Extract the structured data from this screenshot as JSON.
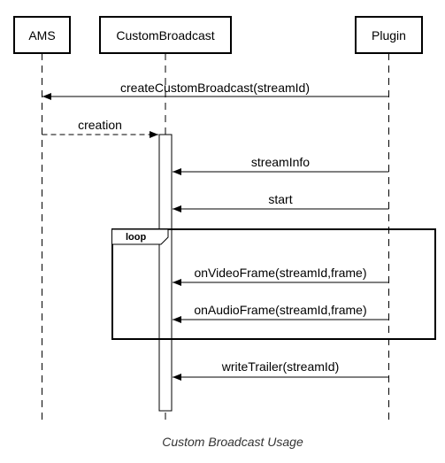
{
  "participants": [
    {
      "name": "AMS"
    },
    {
      "name": "CustomBroadcast"
    },
    {
      "name": "Plugin"
    }
  ],
  "messages": [
    {
      "label": "createCustomBroadcast(streamId)",
      "from": "Plugin",
      "to": "AMS",
      "style": "solid"
    },
    {
      "label": "creation",
      "from": "AMS",
      "to": "CustomBroadcast",
      "style": "dashed"
    },
    {
      "label": "streamInfo",
      "from": "Plugin",
      "to": "CustomBroadcast",
      "style": "solid"
    },
    {
      "label": "start",
      "from": "Plugin",
      "to": "CustomBroadcast",
      "style": "solid"
    },
    {
      "label": "onVideoFrame(streamId,frame)",
      "from": "Plugin",
      "to": "CustomBroadcast",
      "style": "solid"
    },
    {
      "label": "onAudioFrame(streamId,frame)",
      "from": "Plugin",
      "to": "CustomBroadcast",
      "style": "solid"
    },
    {
      "label": "writeTrailer(streamId)",
      "from": "Plugin",
      "to": "CustomBroadcast",
      "style": "solid"
    }
  ],
  "loop": {
    "label": "loop"
  },
  "caption": "Custom Broadcast Usage"
}
